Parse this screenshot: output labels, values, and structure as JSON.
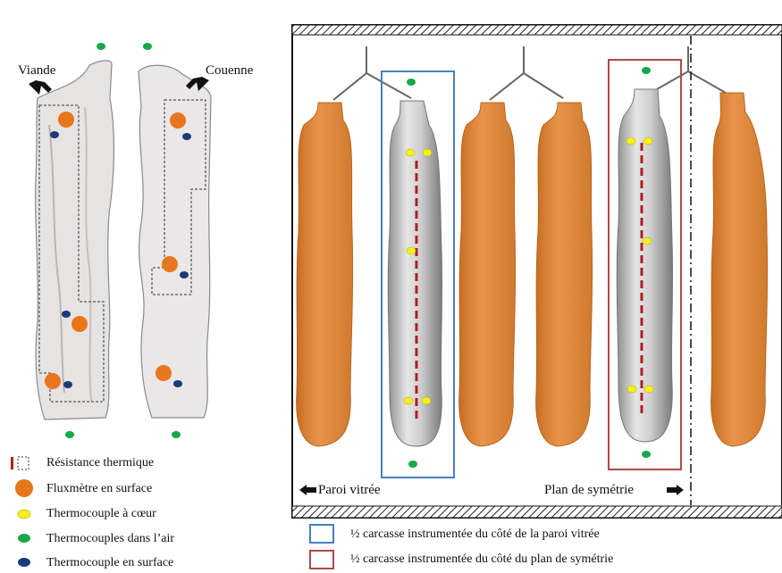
{
  "left_panel": {
    "label_meat": "Viande",
    "label_rind": "Couenne"
  },
  "right_panel": {
    "label_glass_wall": "Paroi vitrée",
    "label_symmetry_plane": "Plan de symétrie"
  },
  "legend_left": [
    {
      "symbol": "thermal-resistance",
      "label": "Résistance thermique"
    },
    {
      "symbol": "surface-flux-meter",
      "label": "Fluxmètre en surface"
    },
    {
      "symbol": "core-thermocouple",
      "label": "Thermocouple à cœur"
    },
    {
      "symbol": "air-thermocouples",
      "label": "Thermocouples dans l’air"
    },
    {
      "symbol": "surface-thermocouple",
      "label": "Thermocouple en surface"
    }
  ],
  "legend_right": [
    {
      "label": "½ carcasse instrumentée  du côté de la paroi vitrée"
    },
    {
      "label": "½ carcasse instrumentée  du côté du plan de symétrie"
    }
  ],
  "colors": {
    "orange_marker": "#e8761c",
    "yellow_marker": "#f6ef1a",
    "green_marker": "#17a84a",
    "blue_marker": "#1b3a7a",
    "resistance_red": "#b01e23",
    "carcass_orange": "#e08a3c",
    "carcass_grey": "#c9c9c9",
    "box_blue": "#4a7fc0",
    "box_red": "#b04a48"
  }
}
